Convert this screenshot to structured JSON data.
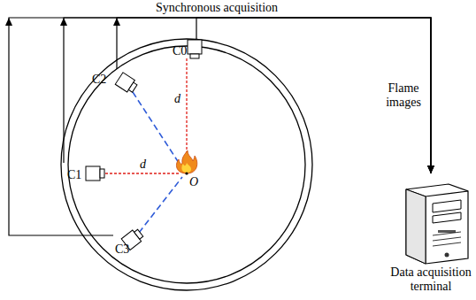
{
  "diagram": {
    "nodes": [
      {
        "text": [
          "C0"
        ]
      },
      {
        "text": [
          "C2"
        ]
      },
      {
        "text": [
          "C1"
        ]
      },
      {
        "text": [
          "C3"
        ]
      },
      {
        "text": [
          "Data acquisition terminal"
        ]
      }
    ],
    "edges": [
      {
        "from": 0,
        "to": 4,
        "arrow": "to"
      },
      {
        "from": 1,
        "to": 4,
        "arrow": "to"
      },
      {
        "from": 2,
        "to": 4,
        "arrow": "to"
      },
      {
        "from": 3,
        "to": 4,
        "arrow": "to"
      }
    ],
    "labels": [
      "Synchronous acquisition",
      "d",
      "d",
      "O",
      "Flame images"
    ]
  }
}
